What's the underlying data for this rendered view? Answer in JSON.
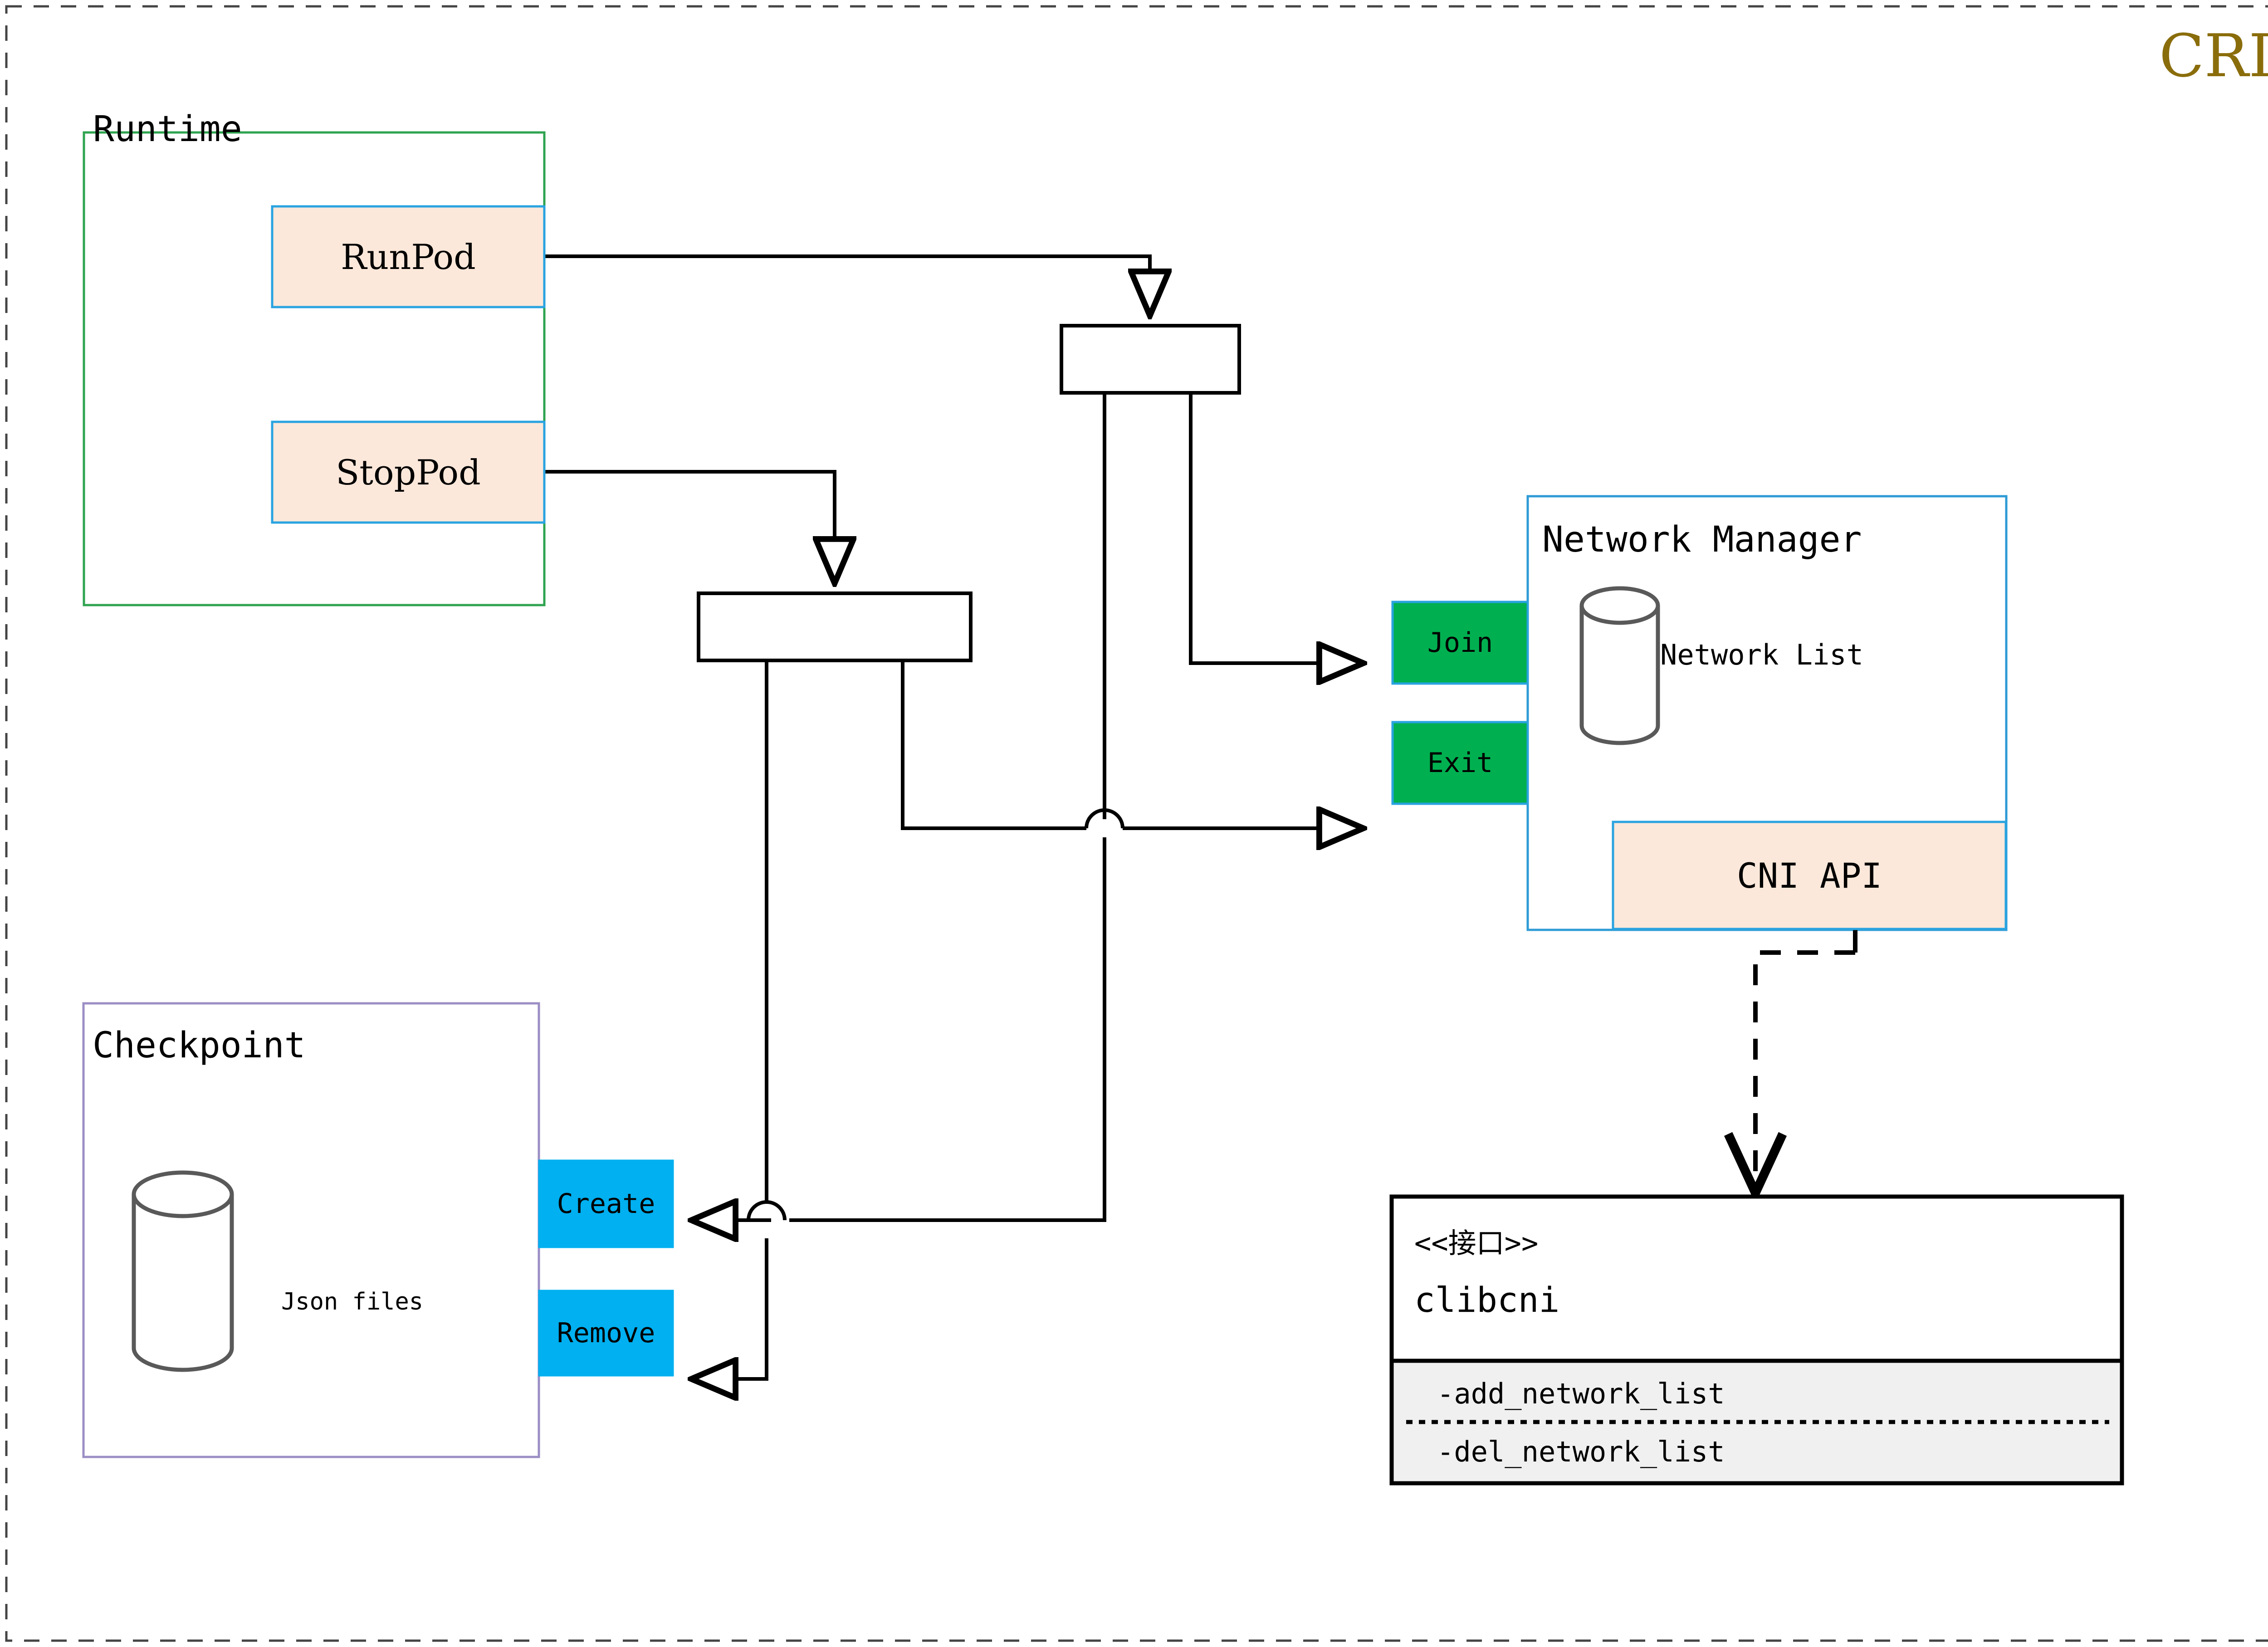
{
  "diagram": {
    "title": "CRI",
    "title_color": "#8a6d0b",
    "outer_border": "dashed"
  },
  "groups": {
    "runtime": {
      "label": "Runtime",
      "border_color": "#2fa34f"
    },
    "checkpoint": {
      "label": "Checkpoint",
      "border_color": "#9b8ec4"
    },
    "network_manager": {
      "label": "Network Manager",
      "border_color": "#2e9bd6"
    }
  },
  "nodes": {
    "run_pod": {
      "label": "RunPod",
      "fill": "#fce8da",
      "border": "#29a3e0"
    },
    "stop_pod": {
      "label": "StopPod",
      "fill": "#fce8da",
      "border": "#29a3e0"
    },
    "join": {
      "label": "Join",
      "fill": "#00b050",
      "border": "#29a3e0"
    },
    "exit": {
      "label": "Exit",
      "fill": "#00b050",
      "border": "#29a3e0"
    },
    "create": {
      "label": "Create",
      "fill": "#00b0f0",
      "border": "#00b0f0"
    },
    "remove": {
      "label": "Remove",
      "fill": "#00b0f0",
      "border": "#00b0f0"
    },
    "cni_api": {
      "label": "CNI API",
      "fill": "#fce8da",
      "border": "#29a3e0"
    }
  },
  "datastores": {
    "network_list": {
      "label": "Network List",
      "stroke": "#595959"
    },
    "json_files": {
      "label": "Json files",
      "stroke": "#595959"
    }
  },
  "interface_box": {
    "stereotype": "<<接口>>",
    "name": "clibcni",
    "methods": [
      "-add_network_list",
      "-del_network_list"
    ],
    "method_fill": "#f0f0f0",
    "border": "#000000"
  },
  "forks": {
    "upper": {
      "name": "fork-bar-runpod"
    },
    "lower": {
      "name": "fork-bar-stoppod"
    }
  }
}
